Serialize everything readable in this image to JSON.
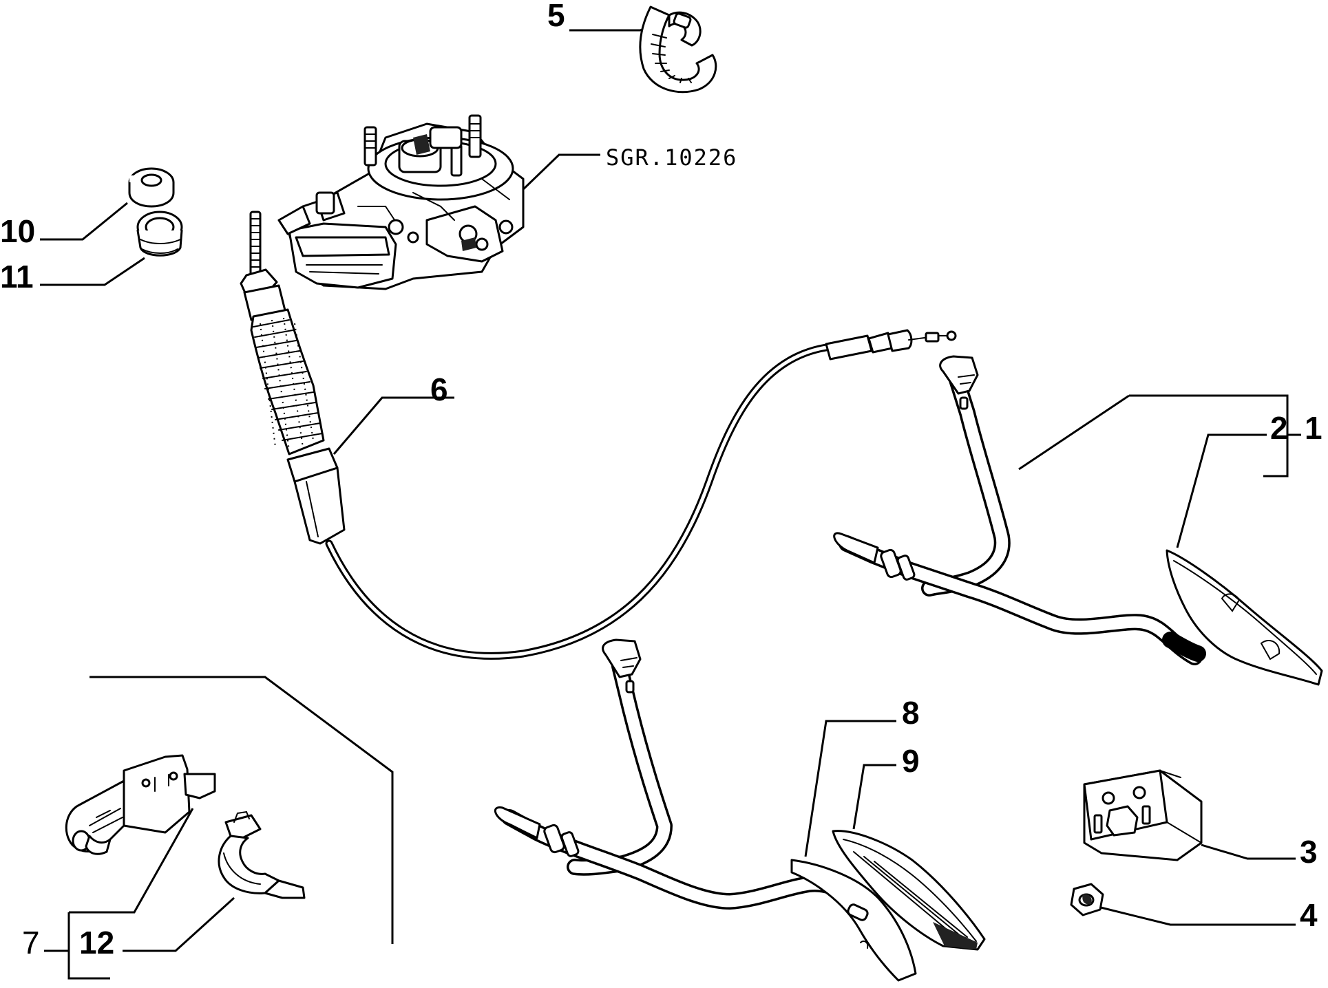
{
  "diagram": {
    "reference_code": "SGR.10226",
    "callouts": {
      "c1": "1",
      "c2": "2",
      "c3": "3",
      "c4": "4",
      "c5": "5",
      "c6": "6",
      "c7": "7",
      "c8": "8",
      "c9": "9",
      "c10": "10",
      "c11": "11",
      "c12": "12"
    }
  }
}
